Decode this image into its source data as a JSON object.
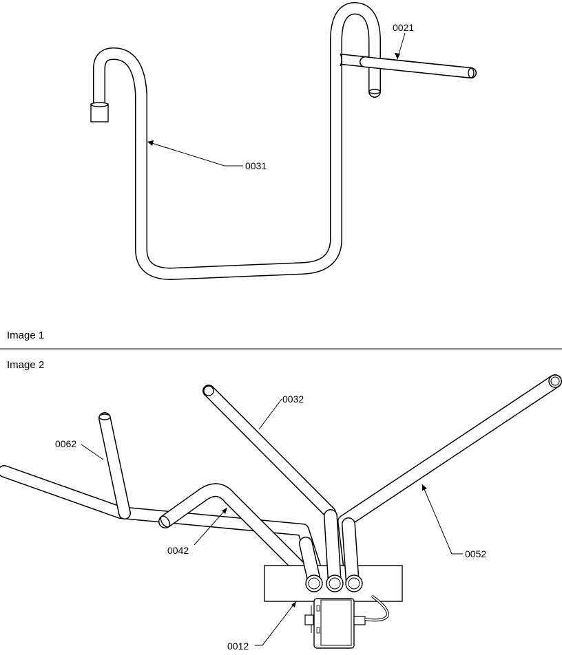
{
  "figure_1": {
    "caption": "Image 1",
    "parts": [
      {
        "id": "p0021",
        "label": "0021"
      },
      {
        "id": "p0031",
        "label": "0031"
      }
    ]
  },
  "figure_2": {
    "caption": "Image 2",
    "parts": [
      {
        "id": "p0032",
        "label": "0032"
      },
      {
        "id": "p0062",
        "label": "0062"
      },
      {
        "id": "p0042",
        "label": "0042"
      },
      {
        "id": "p0052",
        "label": "0052"
      },
      {
        "id": "p0012",
        "label": "0012"
      }
    ]
  }
}
